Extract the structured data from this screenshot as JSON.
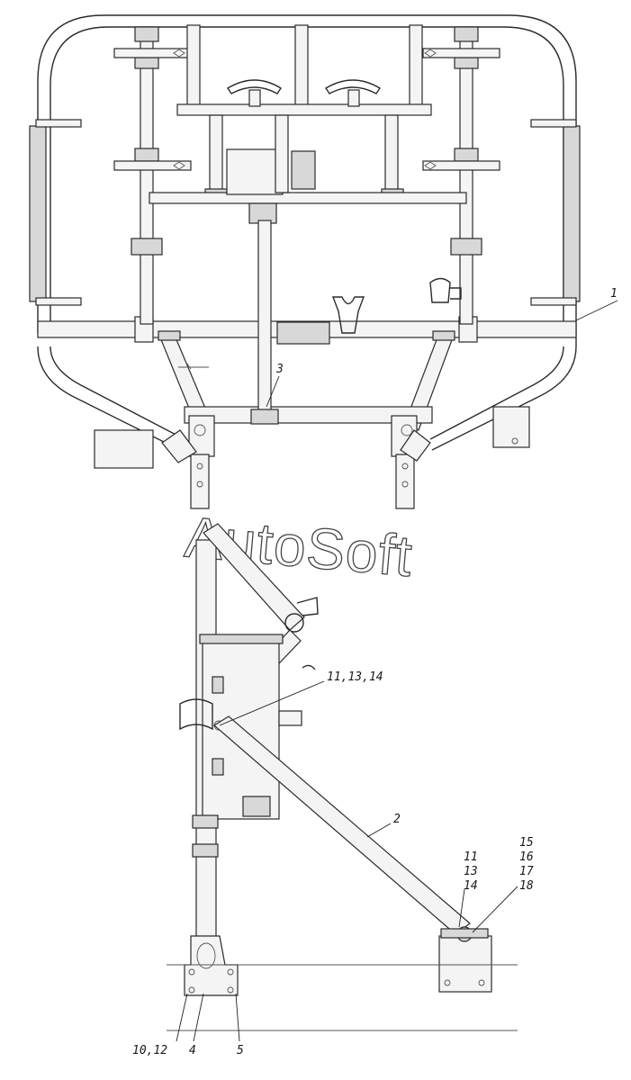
{
  "watermark": "AutoSoft",
  "callouts": {
    "c1": "1",
    "c2": "2",
    "c3": "3",
    "c4": "4",
    "c5": "5",
    "c10_12": "10,12",
    "c11_13_14": "11,13,14",
    "c11": "11",
    "c13": "13",
    "c14": "14",
    "c15": "15",
    "c16": "16",
    "c17": "17",
    "c18": "18"
  }
}
